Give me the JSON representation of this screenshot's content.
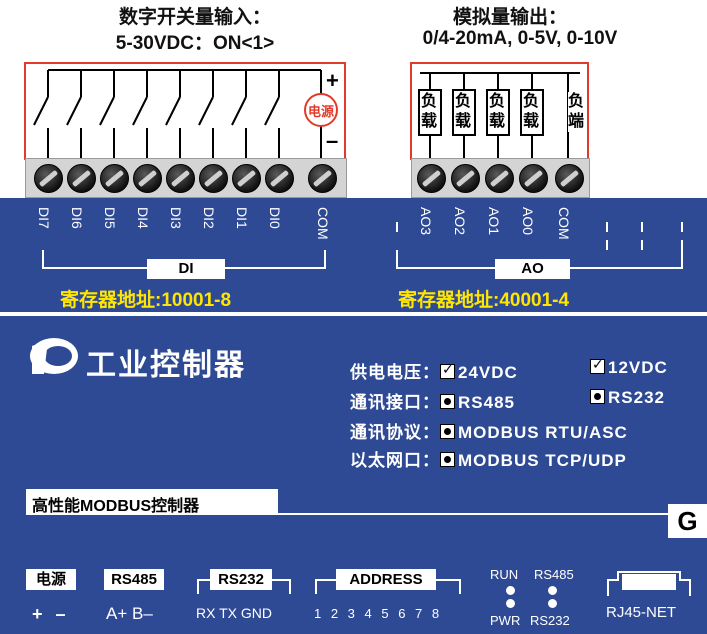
{
  "top": {
    "di_title_line1": "数字开关量输入：",
    "di_title_line2": "5-30VDC：ON<1>",
    "ao_title_line1": "模拟量输出：",
    "ao_title_line2": "0/4-20mA, 0-5V, 0-10V",
    "power_label": "电源",
    "plus": "+",
    "minus": "–",
    "loads": [
      "负载",
      "负载",
      "负载",
      "负载"
    ],
    "load_end": "负端"
  },
  "terminals": {
    "di": [
      "DI7",
      "DI6",
      "DI5",
      "DI4",
      "DI3",
      "DI2",
      "DI1",
      "DI0",
      "COM"
    ],
    "ao": [
      "AO3",
      "AO2",
      "AO1",
      "AO0",
      "COM"
    ],
    "di_group": "DI",
    "ao_group": "AO",
    "di_address": "寄存器地址:10001-8",
    "ao_address": "寄存器地址:40001-4"
  },
  "brand": "工业控制器",
  "specs": [
    {
      "label": "供电电压：",
      "opt1": "24VDC",
      "opt2": "12VDC"
    },
    {
      "label": "通讯接口：",
      "opt1": "RS485",
      "opt2": "RS232"
    },
    {
      "label": "通讯协议：",
      "opt1": "MODBUS RTU/ASC"
    },
    {
      "label": "以太网口：",
      "opt1": "MODBUS TCP/UDP"
    }
  ],
  "product_name": "高性能MODBUS控制器",
  "ground": "G",
  "bottom": {
    "power": "电源",
    "power_pins": "+  –",
    "rs485": "RS485",
    "rs485_pins": "A+ B–",
    "rs232": "RS232",
    "rs232_pins": "RX TX GND",
    "address": "ADDRESS",
    "address_pins": "1 2 3 4 5 6 7 8",
    "led_run": "RUN",
    "led_pwr": "PWR",
    "led_rs485": "RS485",
    "led_rs232": "RS232",
    "rj45": "RJ45-NET"
  },
  "colors": {
    "panel": "#2f4a95",
    "address_text": "#ffe600",
    "frame_red": "#e23a2a"
  }
}
